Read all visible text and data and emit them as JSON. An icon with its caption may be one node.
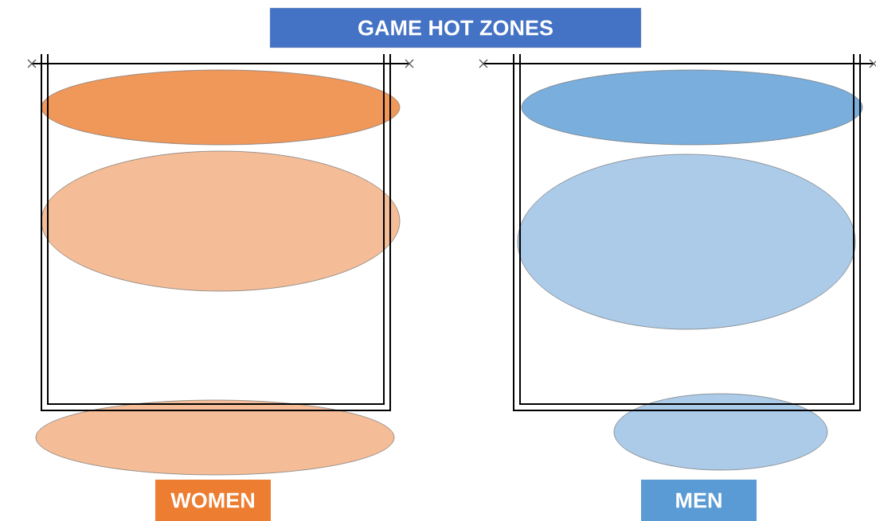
{
  "diagram": {
    "title": "GAME HOT ZONES",
    "nodes": [
      {
        "text": [],
        "shape": "ellipse"
      },
      {
        "text": [],
        "shape": "ellipse"
      },
      {
        "text": [],
        "shape": "ellipse"
      },
      {
        "text": [
          "WOMEN"
        ]
      },
      {
        "text": [],
        "shape": "ellipse"
      },
      {
        "text": [],
        "shape": "ellipse"
      },
      {
        "text": [],
        "shape": "ellipse"
      },
      {
        "text": [
          "MEN"
        ]
      }
    ],
    "edges": []
  }
}
